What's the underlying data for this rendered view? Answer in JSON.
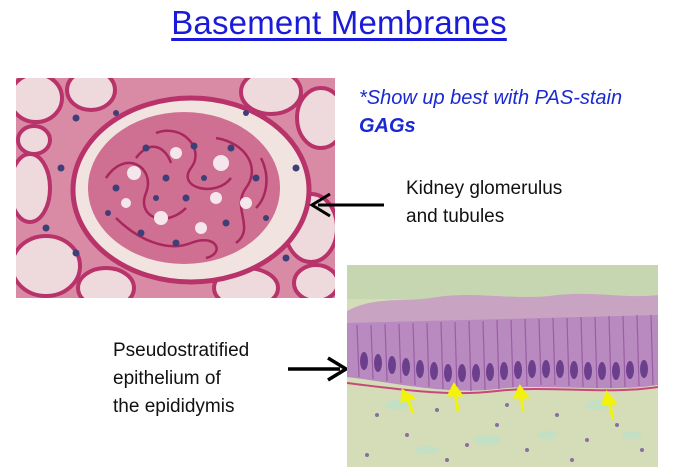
{
  "slide": {
    "title": "Basement Membranes",
    "note_line1": "*Show up best with PAS-stain",
    "note_line2": "GAGs",
    "kidney_label_line1": "Kidney glomerulus",
    "kidney_label_line2": "and tubules",
    "epi_label_line1": "Pseudostratified",
    "epi_label_line2": "epithelium of",
    "epi_label_line3": "the epididymis"
  },
  "colors": {
    "title": "#1a1adb",
    "note": "#1a2ad0",
    "stain_pink": "#c9477a",
    "yellow_arrow": "#f2f20a"
  },
  "images": {
    "kidney": "micrograph-kidney-glomerulus-pas",
    "epididymis": "micrograph-epididymis-epithelium"
  }
}
